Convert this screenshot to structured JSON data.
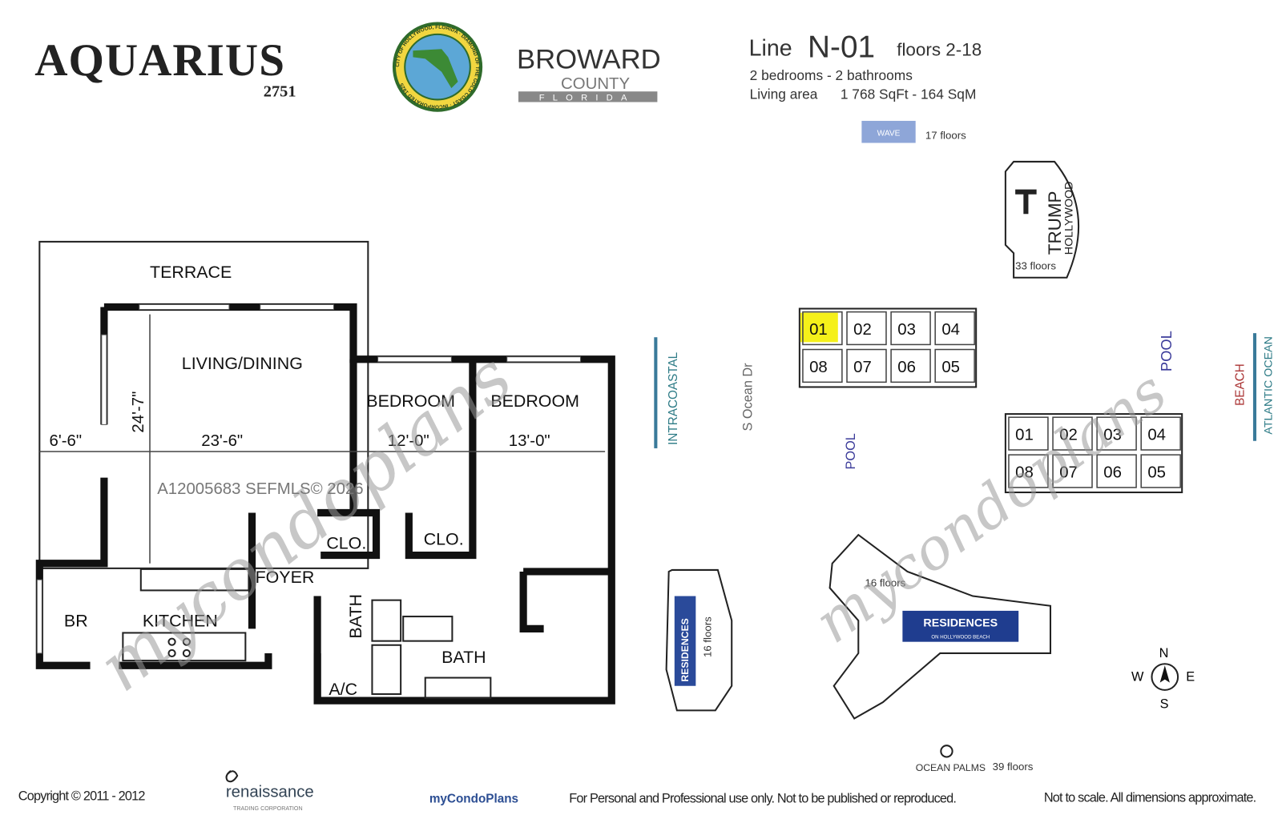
{
  "header": {
    "building_name": "AQUARIUS",
    "building_number": "2751",
    "city_seal_text": "CITY OF HOLLYWOOD, FLORIDA · DIAMOND OF THE GOLD COAST · INCORPORATED 1925",
    "county_logo": {
      "line1": "BROWARD",
      "line2": "COUNTY",
      "line3": "FLORIDA"
    },
    "line_label": "Line",
    "line_id": "N-01",
    "floors": "floors 2-18",
    "beds_baths": "2 bedrooms - 2 bathrooms",
    "living_area_label": "Living area",
    "living_area_value": "1 768 SqFt - 164 SqM"
  },
  "floorplan": {
    "rooms": {
      "terrace": "TERRACE",
      "living_dining": "LIVING/DINING",
      "bedroom1": "BEDROOM",
      "bedroom2": "BEDROOM",
      "clo1": "CLO.",
      "clo2": "CLO.",
      "foyer": "FOYER",
      "br": "BR",
      "kitchen": "KITCHEN",
      "bath1": "BATH",
      "bath2": "BATH",
      "ac": "A/C"
    },
    "dimensions": {
      "terrace_width": "6'-6\"",
      "living_height": "24'-7\"",
      "living_width": "23'-6\"",
      "bedroom1_width": "12'-0\"",
      "bedroom2_width": "13'-0\""
    }
  },
  "siteplan": {
    "wave": {
      "logo": "WAVE",
      "floors": "17 floors"
    },
    "trump": {
      "name": "TRUMP",
      "sub": "HOLLYWOOD",
      "floors": "33 floors"
    },
    "aquarius_units_top": [
      "01",
      "02",
      "03",
      "04"
    ],
    "aquarius_units_bottom": [
      "08",
      "07",
      "06",
      "05"
    ],
    "selected_unit": "01",
    "highlight_color": "#f5f01a",
    "second_units_top": [
      "01",
      "02",
      "03",
      "04"
    ],
    "second_units_bottom": [
      "08",
      "07",
      "06",
      "05"
    ],
    "labels": {
      "intracoastal": "INTRACOASTAL",
      "street": "S Ocean Dr",
      "pool_left": "POOL",
      "pool_right": "POOL",
      "beach": "BEACH",
      "ocean": "ATLANTIC OCEAN"
    },
    "residences_left": {
      "name": "RESIDENCES",
      "floors": "16 floors"
    },
    "residences_right": {
      "name": "RESIDENCES",
      "sub": "ON HOLLYWOOD BEACH",
      "floors": "16 floors"
    },
    "ocean_palms": {
      "name": "OCEAN PALMS",
      "floors": "39 floors"
    },
    "compass": {
      "n": "N",
      "s": "S",
      "e": "E",
      "w": "W"
    }
  },
  "watermark": {
    "text": "mycondoplans",
    "mls": "A12005683  SEFMLS© 2026"
  },
  "footer": {
    "copyright": "Copyright © 2011 - 2012",
    "renaissance": "renaissance",
    "renaissance_sub": "TRADING CORPORATION",
    "mycondoplans": "myCondoPlans",
    "usage": "For Personal and Professional use only.  Not to be published or reproduced.",
    "scale_note": "Not to scale.  All dimensions approximate."
  }
}
